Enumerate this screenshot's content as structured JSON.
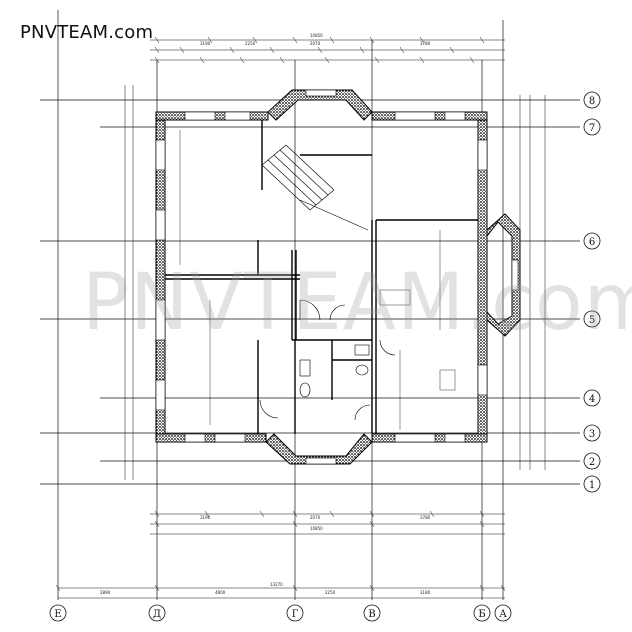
{
  "brand": "PNVTEAM.com",
  "watermark": "PNVTEAM.com",
  "axes_vertical": [
    {
      "label": "Е"
    },
    {
      "label": "Д"
    },
    {
      "label": "Г"
    },
    {
      "label": "В"
    },
    {
      "label": "Б"
    },
    {
      "label": "А"
    }
  ],
  "axes_horizontal": [
    {
      "label": "8"
    },
    {
      "label": "7"
    },
    {
      "label": "6"
    },
    {
      "label": "5"
    },
    {
      "label": "4"
    },
    {
      "label": "3"
    },
    {
      "label": "2"
    },
    {
      "label": "1"
    }
  ]
}
